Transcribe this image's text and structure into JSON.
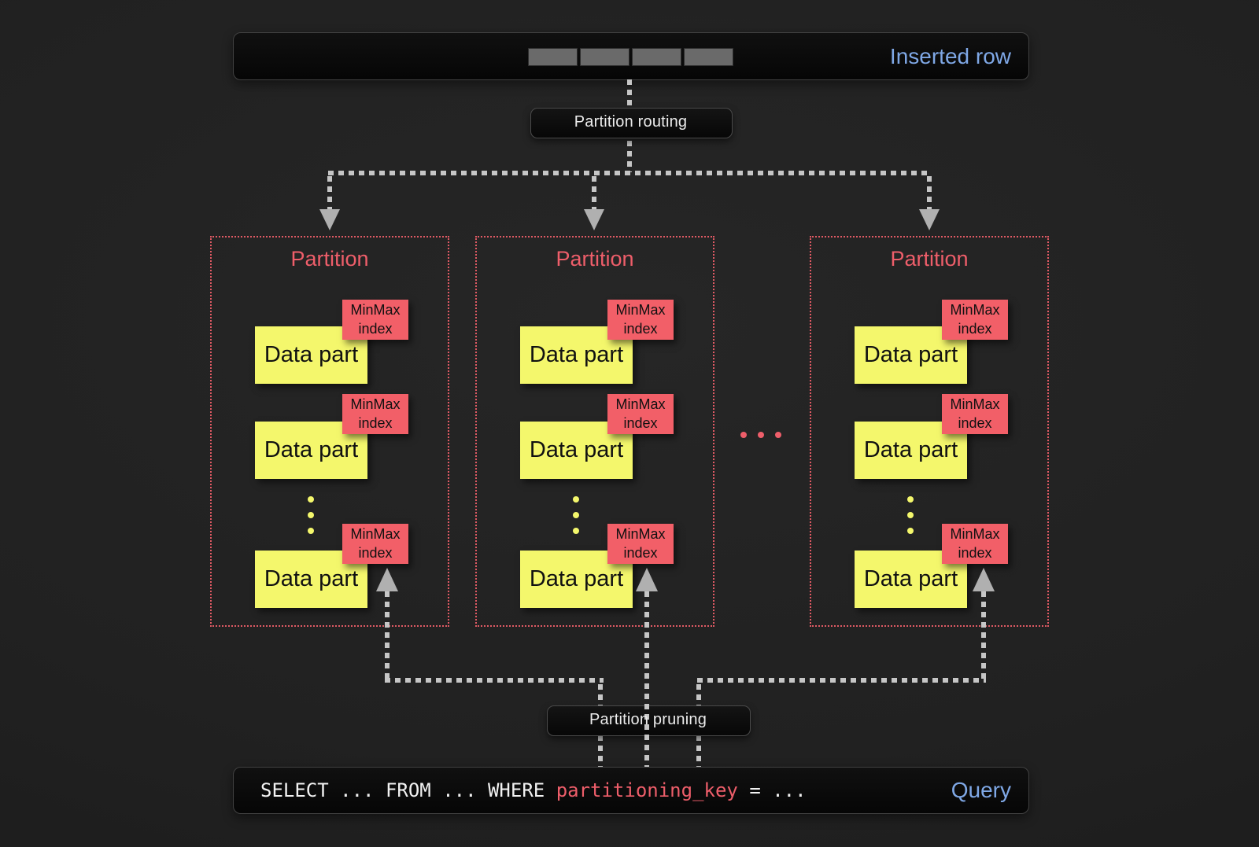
{
  "colors": {
    "background": "#212121",
    "panel_bg": "#0a0a0a",
    "panel_border": "#414141",
    "accent_blue": "#7fa8e6",
    "accent_salmon": "#ee5e6a",
    "accent_yellow": "#f4f76c",
    "connector_gray": "#c6c6c6",
    "arrow_gray": "#b0b0b0",
    "cell_gray": "#6a6a6a",
    "text_light": "#ececec",
    "text_dark": "#111111"
  },
  "inserted_row": {
    "label": "Inserted row"
  },
  "routing_label": "Partition routing",
  "pruning_label": "Partition pruning",
  "partitions": [
    {
      "title": "Partition",
      "parts": [
        {
          "label": "Data part",
          "tag": "MinMax index"
        },
        {
          "label": "Data part",
          "tag": "MinMax index"
        },
        {
          "label": "Data part",
          "tag": "MinMax index"
        }
      ]
    },
    {
      "title": "Partition",
      "parts": [
        {
          "label": "Data part",
          "tag": "MinMax index"
        },
        {
          "label": "Data part",
          "tag": "MinMax index"
        },
        {
          "label": "Data part",
          "tag": "MinMax index"
        }
      ]
    },
    {
      "title": "Partition",
      "parts": [
        {
          "label": "Data part",
          "tag": "MinMax index"
        },
        {
          "label": "Data part",
          "tag": "MinMax index"
        },
        {
          "label": "Data part",
          "tag": "MinMax index"
        }
      ]
    }
  ],
  "query": {
    "segment_before": "SELECT ... FROM ... WHERE ",
    "keyword": "partitioning_key",
    "segment_after": " = ...",
    "label": "Query"
  }
}
